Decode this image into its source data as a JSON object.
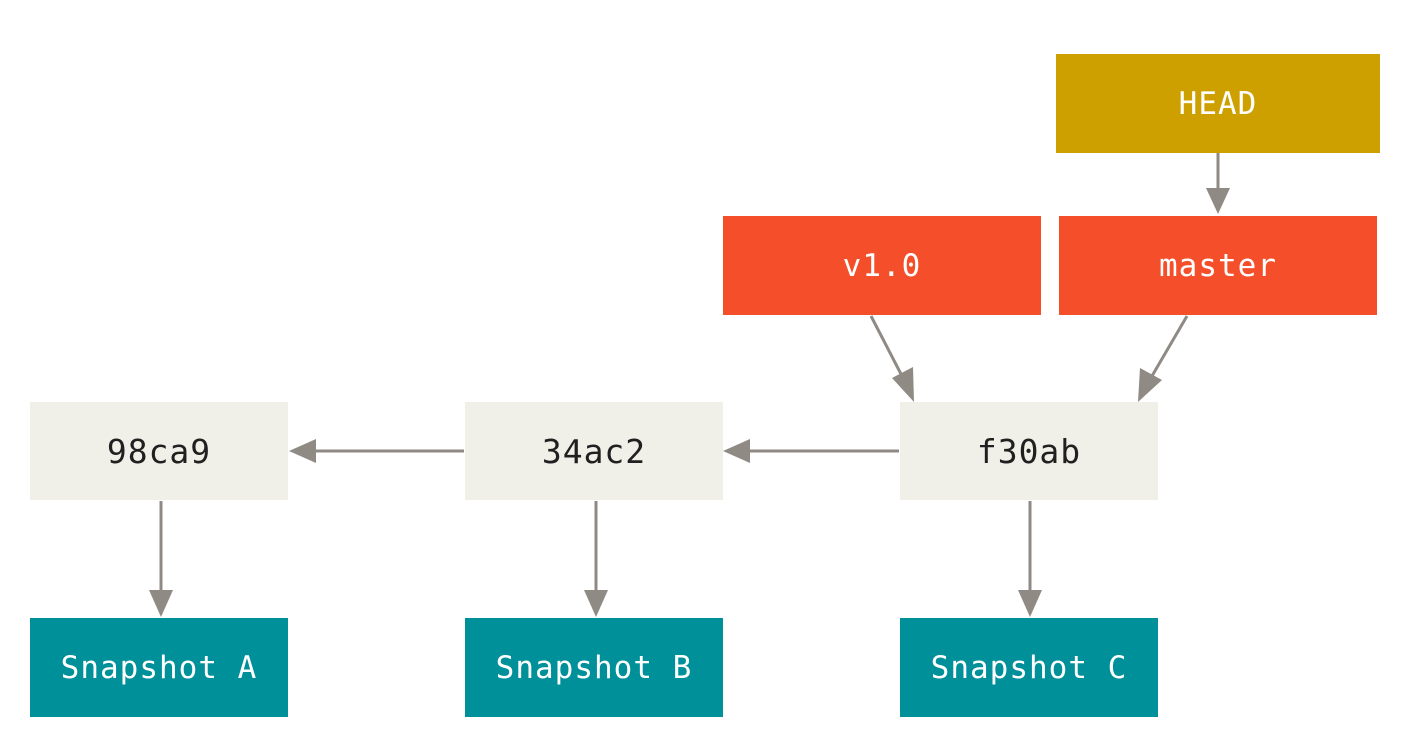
{
  "colors": {
    "head": "#cda000",
    "branch": "#f44f2a",
    "commit": "#f0efe8",
    "snapshot": "#00909a",
    "arrow": "#8f8a84"
  },
  "refs": {
    "head": "HEAD",
    "tag": "v1.0",
    "branch": "master"
  },
  "commits": [
    "98ca9",
    "34ac2",
    "f30ab"
  ],
  "snapshots": [
    "Snapshot A",
    "Snapshot B",
    "Snapshot C"
  ]
}
